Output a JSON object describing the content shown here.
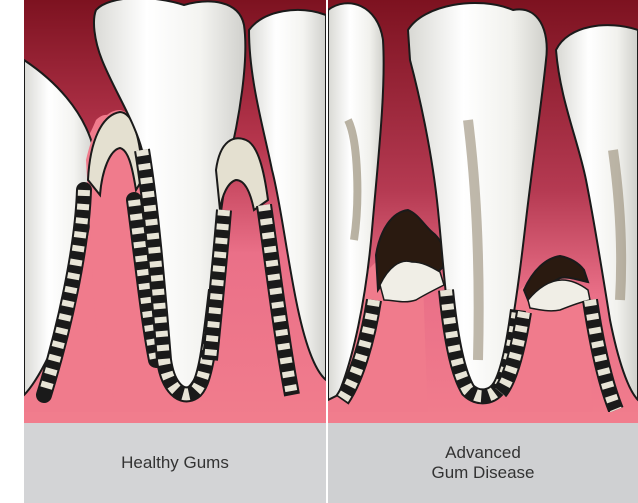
{
  "panels": [
    {
      "caption": "Healthy Gums"
    },
    {
      "caption_line1": "Advanced",
      "caption_line2": "Gum Disease"
    }
  ],
  "colors": {
    "gum_top": "#8a1622",
    "gum_mid": "#c94560",
    "gum_pink": "#f07b8c",
    "tooth": "#f6f6f3",
    "bone": "#e4e0d0",
    "plaque": "#2a1a10",
    "caption_bg": "#d3d4d6"
  }
}
